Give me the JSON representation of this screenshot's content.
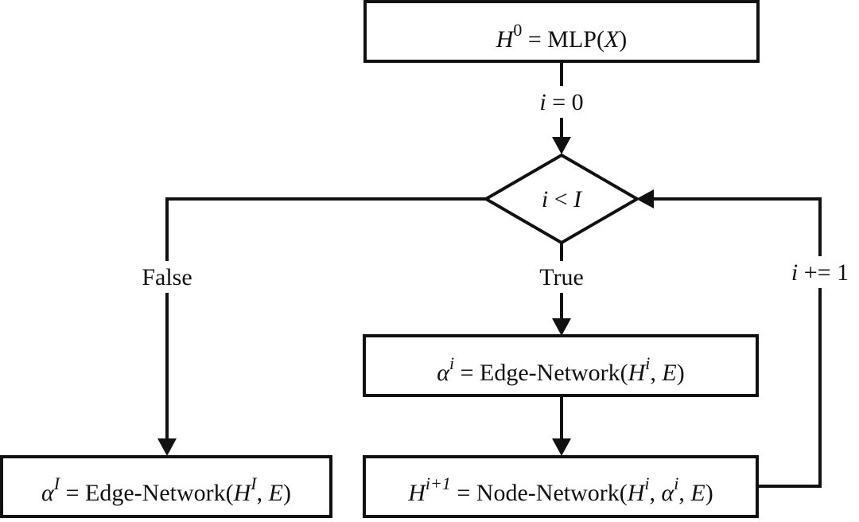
{
  "diagram": {
    "nodes": {
      "init": {
        "base": "H",
        "sup": "0",
        "eq": " = MLP(",
        "arg": "X",
        "close": ")"
      },
      "condition": {
        "left": "i",
        "op": " < ",
        "right": "I"
      },
      "edge_step": {
        "base": "α",
        "sup": "i",
        "eq": " = Edge-Network(",
        "h": "H",
        "hsup": "i",
        "sep": ", ",
        "e": "E",
        "close": ")"
      },
      "node_step": {
        "base": "H",
        "sup": "i+1",
        "eq": " = Node-Network(",
        "h": "H",
        "hsup": "i",
        "sep1": ", ",
        "a": "α",
        "asup": "i",
        "sep2": ", ",
        "e": "E",
        "close": ")"
      },
      "final": {
        "base": "α",
        "sup": "I",
        "eq": " = Edge-Network(",
        "h": "H",
        "hsup": "I",
        "sep": ", ",
        "e": "E",
        "close": ")"
      }
    },
    "edge_labels": {
      "init_to_cond": {
        "var": "i",
        "rest": " = 0"
      },
      "true_label": "True",
      "false_label": "False",
      "loop_label": {
        "var": "i",
        "rest": " += 1"
      }
    }
  }
}
